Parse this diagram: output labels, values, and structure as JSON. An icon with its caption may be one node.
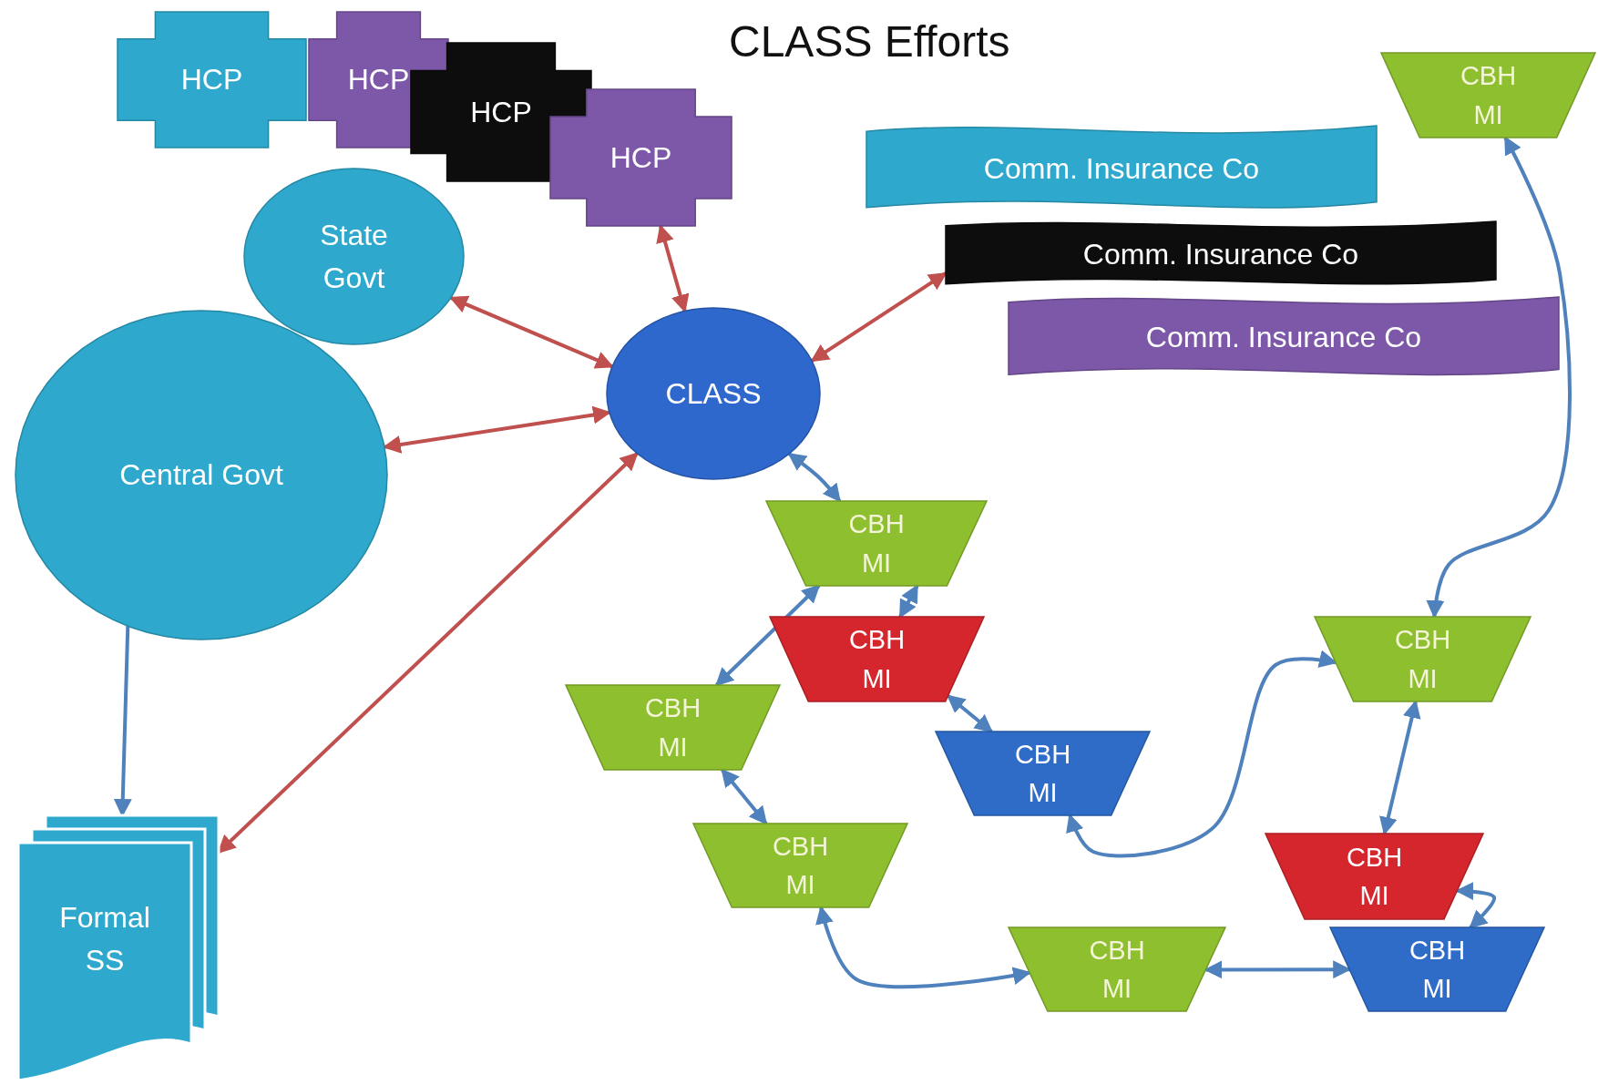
{
  "diagram": {
    "title": "CLASS Efforts",
    "nodes": [
      {
        "text": [
          "HCP"
        ]
      },
      {
        "text": [
          "HCP"
        ]
      },
      {
        "text": [
          "HCP"
        ]
      },
      {
        "text": [
          "HCP"
        ]
      },
      {
        "text": [
          "State Govt"
        ]
      },
      {
        "text": [
          "Central Govt"
        ]
      },
      {
        "text": [
          "CLASS"
        ]
      },
      {
        "text": [
          "Comm. Insurance Co"
        ]
      },
      {
        "text": [
          "Comm. Insurance Co"
        ]
      },
      {
        "text": [
          "Comm. Insurance Co"
        ]
      },
      {
        "text": [
          "CBH MI"
        ]
      },
      {
        "text": [
          "Formal SS"
        ]
      },
      {
        "text": [
          "CBH MI"
        ]
      },
      {
        "text": [
          "CBH MI"
        ]
      },
      {
        "text": [
          "CBH MI"
        ]
      },
      {
        "text": [
          "CBH MI"
        ]
      },
      {
        "text": [
          "CBH MI"
        ]
      },
      {
        "text": [
          "CBH MI"
        ]
      },
      {
        "text": [
          "CBH MI"
        ]
      },
      {
        "text": [
          "CBH MI"
        ]
      },
      {
        "text": [
          "CBH MI"
        ]
      }
    ],
    "edges": [
      {
        "from": 6,
        "to": 3,
        "arrow": "both",
        "color": "#c0504d"
      },
      {
        "from": 6,
        "to": 4,
        "arrow": "both",
        "color": "#c0504d"
      },
      {
        "from": 6,
        "to": 5,
        "arrow": "both",
        "color": "#c0504d"
      },
      {
        "from": 6,
        "to": 8,
        "arrow": "both",
        "color": "#c0504d"
      },
      {
        "from": 6,
        "to": 11,
        "arrow": "both",
        "color": "#c0504d"
      },
      {
        "from": 5,
        "to": 11,
        "arrow": "to"
      },
      {
        "from": 6,
        "to": 12,
        "arrow": "both"
      },
      {
        "from": 12,
        "to": 13,
        "arrow": "both"
      },
      {
        "from": 12,
        "to": 14,
        "arrow": "both"
      },
      {
        "from": 13,
        "to": 15,
        "arrow": "both"
      },
      {
        "from": 14,
        "to": 16,
        "arrow": "both"
      },
      {
        "from": 16,
        "to": 19,
        "arrow": "both"
      },
      {
        "from": 19,
        "to": 20,
        "arrow": "both"
      },
      {
        "from": 18,
        "to": 20,
        "arrow": "both"
      },
      {
        "from": 15,
        "to": 17,
        "arrow": "both"
      },
      {
        "from": 17,
        "to": 18,
        "arrow": "both"
      },
      {
        "from": 10,
        "to": 17,
        "arrow": "both"
      }
    ]
  }
}
